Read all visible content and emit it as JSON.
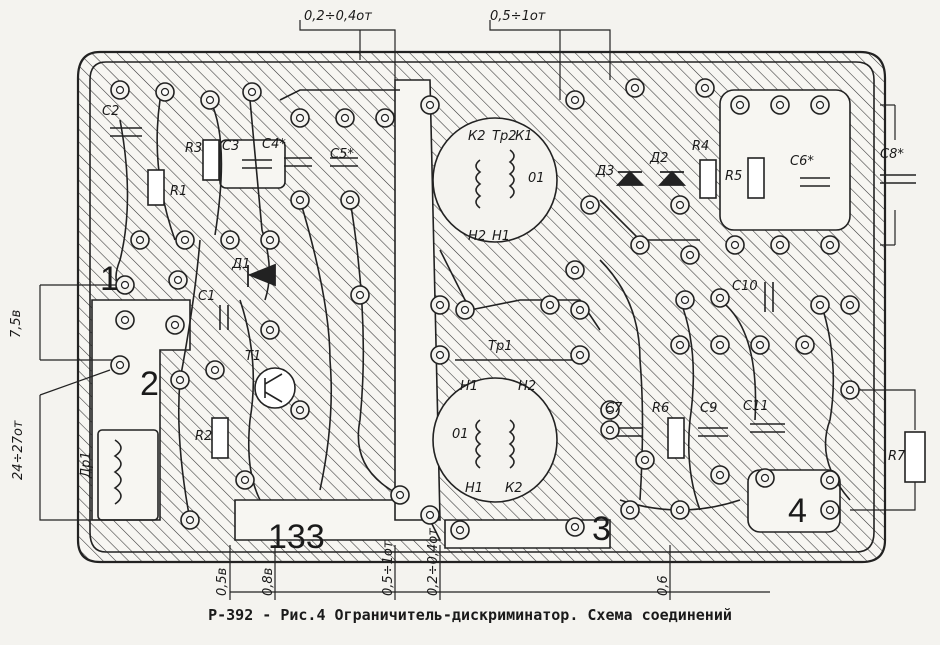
{
  "caption": "Р-392 - Рис.4 Ограничитель-дискриминатор. Схема соединений",
  "board_number": "133",
  "terminals": [
    "1",
    "2",
    "3",
    "4"
  ],
  "top_annotations": [
    "0,2÷0,4от",
    "0,5÷1от"
  ],
  "side_annotations": [
    "7,5в",
    "24÷27от"
  ],
  "bottom_annotations": [
    "0,5в",
    "0,8в",
    "0,5÷1от",
    "0,2÷0,4от",
    "0,6"
  ],
  "components": {
    "capacitors": [
      "C2",
      "C3",
      "C4*",
      "C5*",
      "C1",
      "C6*",
      "C8*",
      "C7",
      "C9",
      "C10",
      "C11"
    ],
    "resistors": [
      "R1",
      "R3",
      "R2",
      "R4",
      "R5",
      "R6",
      "R7"
    ],
    "diodes": [
      "Д1",
      "Д2",
      "Д3"
    ],
    "transistors": [
      "T1"
    ],
    "inductors": [
      "Др1"
    ],
    "transformers": [
      {
        "name": "Тр2",
        "windings": [
          "К2",
          "К1",
          "01",
          "Н2",
          "Н1"
        ]
      },
      {
        "name": "Тр1",
        "windings": [
          "Н1",
          "Н2",
          "01",
          "Н1",
          "К2"
        ]
      }
    ]
  }
}
